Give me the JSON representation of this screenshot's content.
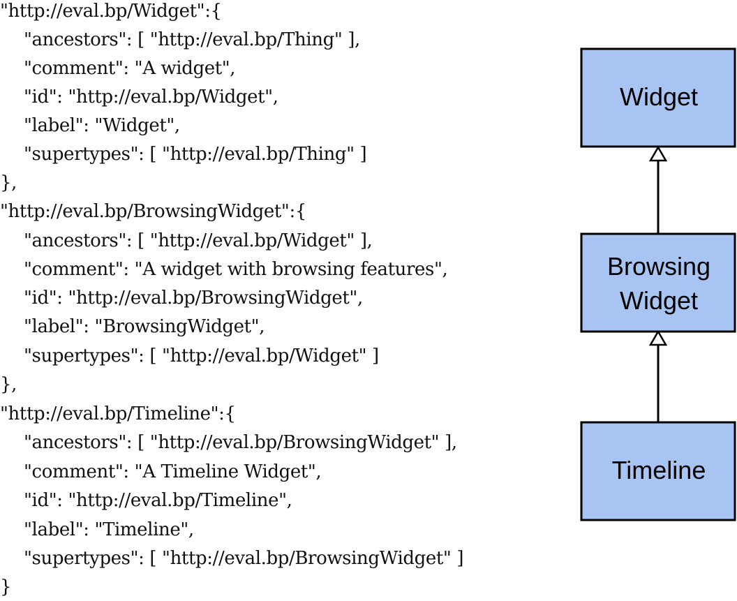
{
  "code": {
    "lines": [
      "\"http://eval.bp/Widget\":{",
      "\"ancestors\": [ \"http://eval.bp/Thing\" ],",
      "\"comment\": \"A widget\",",
      "\"id\": \"http://eval.bp/Widget\",",
      "\"label\": \"Widget\",",
      "\"supertypes\": [ \"http://eval.bp/Thing\" ]",
      "},",
      "\"http://eval.bp/BrowsingWidget\":{",
      "\"ancestors\": [ \"http://eval.bp/Widget\" ],",
      "\"comment\": \"A widget with browsing features\",",
      "\"id\": \"http://eval.bp/BrowsingWidget\",",
      "\"label\": \"BrowsingWidget\",",
      "\"supertypes\": [ \"http://eval.bp/Widget\" ]",
      "},",
      "\"http://eval.bp/Timeline\":{",
      "\"ancestors\": [ \"http://eval.bp/BrowsingWidget\" ],",
      "\"comment\": \"A Timeline Widget\",",
      "\"id\": \"http://eval.bp/Timeline\",",
      "\"label\": \"Timeline\",",
      "\"supertypes\": [ \"http://eval.bp/BrowsingWidget\" ]",
      "}"
    ]
  },
  "diagram": {
    "nodes": {
      "widget": {
        "label": "Widget"
      },
      "browsing_widget": {
        "label_line1": "Browsing",
        "label_line2": "Widget"
      },
      "timeline": {
        "label": "Timeline"
      }
    },
    "edges": [
      {
        "from": "Browsing Widget",
        "to": "Widget",
        "type": "generalization"
      },
      {
        "from": "Timeline",
        "to": "Browsing Widget",
        "type": "generalization"
      }
    ],
    "colors": {
      "node_fill": "#a7c4f2",
      "node_stroke": "#000000"
    }
  }
}
